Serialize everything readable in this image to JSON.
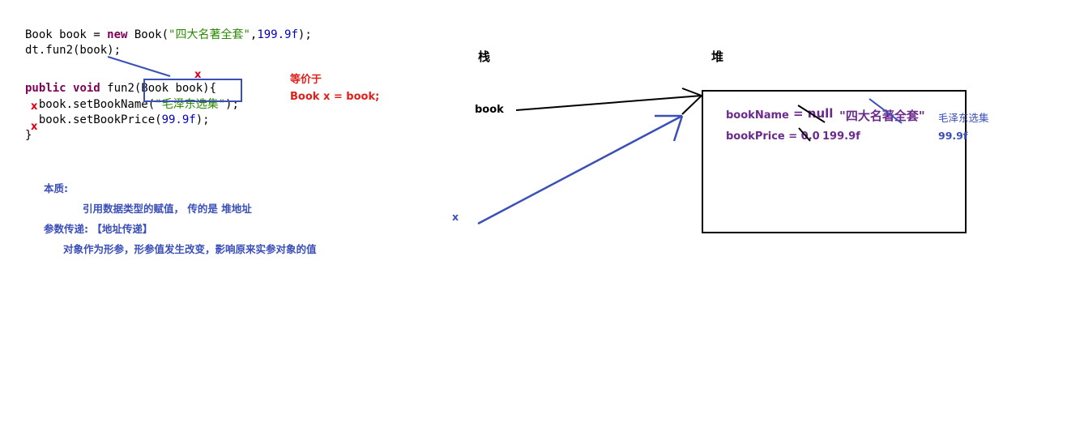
{
  "code": {
    "line1": {
      "p1": "Book book = ",
      "kw_new": "new",
      "p2": " Book(",
      "str": "\"四大名著全套\"",
      "comma": ",",
      "num": "199.9f",
      "end": ");"
    },
    "line2": "dt.fun2(book);",
    "line4": {
      "kw_public": "public",
      "sp1": " ",
      "kw_void": "void",
      "sig": " fun2(Book book){"
    },
    "line5": {
      "p1": "  book.setBookName(",
      "str": "\"毛泽东选集\"",
      "end": ");"
    },
    "line6": {
      "p1": "  book.setBookPrice(",
      "num": "99.9f",
      "end": ");"
    },
    "line7": "}"
  },
  "marks": {
    "x": "x"
  },
  "notes": {
    "equiv_title": "等价于",
    "equiv_code": "Book x = book;",
    "essence_title": "本质:",
    "essence_text": "引用数据类型的赋值， 传的是 堆地址",
    "param_title": "参数传递: 【地址传递】",
    "param_text": "对象作为形参，形参值发生改变，影响原来实参对象的值"
  },
  "memory": {
    "stack_title": "栈",
    "heap_title": "堆",
    "stack_var_book": "book",
    "stack_var_x": "x",
    "field_name_label": "bookName",
    "field_name_eq": "= null",
    "field_name_new": "\"四大名著全套\"",
    "field_name_after": "毛泽东选集",
    "field_price_label": "bookPrice = 0.0",
    "field_price_new": "199.9f",
    "field_price_after": "99.9f"
  },
  "colors": {
    "blue": "#3a4fb8",
    "red": "#e0001a",
    "purple": "#6b2a8c",
    "black": "#000000"
  }
}
